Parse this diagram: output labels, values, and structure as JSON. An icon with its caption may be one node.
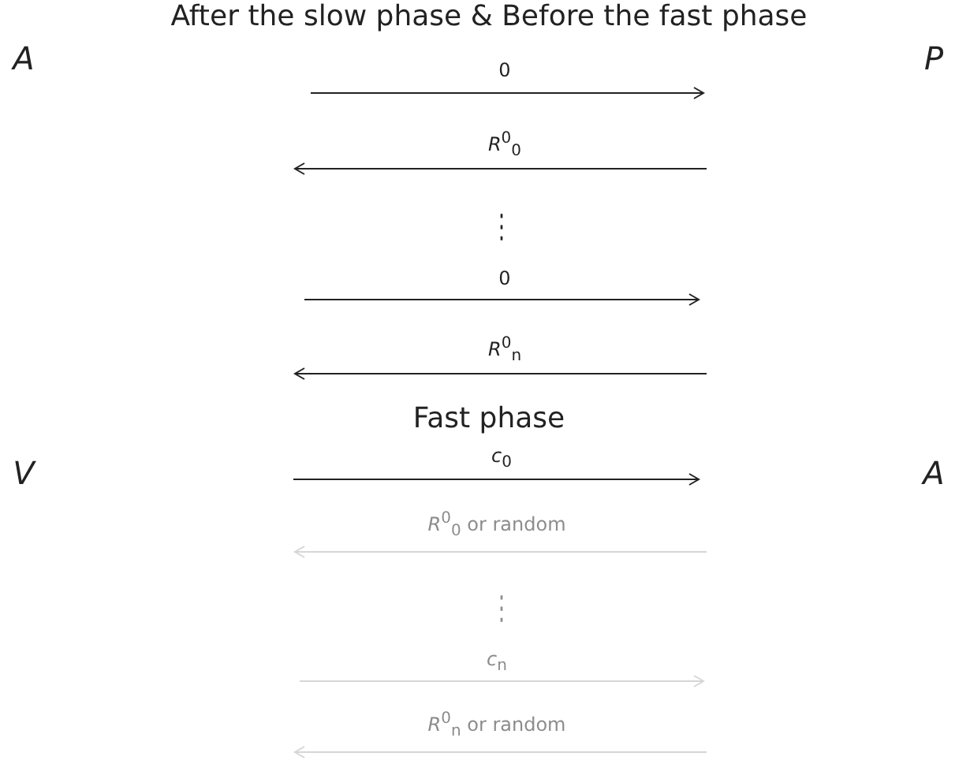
{
  "diagram": {
    "title": "After the slow phase & Before the fast phase",
    "labels": [
      "A",
      "0",
      "P",
      "*R*$^{0}$$_{0}$",
      "⋮",
      "0",
      "*R*$^{0}$$_{n}$",
      "Fast phase",
      "V",
      "*c*$_{0}$",
      "A",
      "*R*$^{0}$$_{0}$ or random",
      "⋮",
      "*c*$_{n}$",
      "*R*$^{0}$$_{n}$ or random"
    ]
  }
}
